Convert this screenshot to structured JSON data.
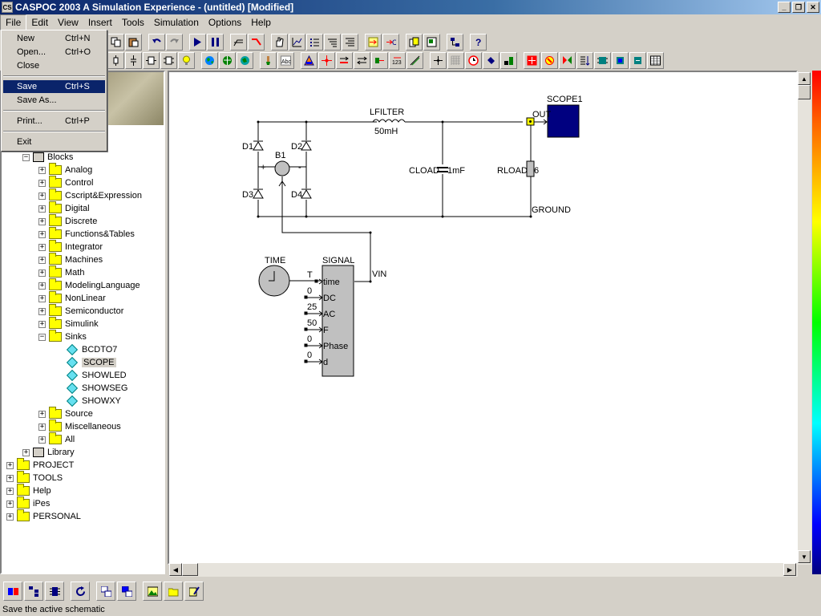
{
  "window": {
    "title": "CASPOC 2003 A Simulation Experience - (untitled) [Modified]",
    "icon_label": "CS"
  },
  "menubar": [
    "File",
    "Edit",
    "View",
    "Insert",
    "Tools",
    "Simulation",
    "Options",
    "Help"
  ],
  "file_menu": {
    "items": [
      {
        "label": "New",
        "shortcut": "Ctrl+N"
      },
      {
        "label": "Open...",
        "shortcut": "Ctrl+O"
      },
      {
        "label": "Close",
        "shortcut": ""
      },
      {
        "label": "Save",
        "shortcut": "Ctrl+S",
        "highlighted": true
      },
      {
        "label": "Save As...",
        "shortcut": ""
      },
      {
        "label": "Print...",
        "shortcut": "Ctrl+P"
      },
      {
        "label": "Exit",
        "shortcut": ""
      }
    ]
  },
  "tree": {
    "blocks_label": "Blocks",
    "block_folders": [
      "Analog",
      "Control",
      "Cscript&Expression",
      "Digital",
      "Discrete",
      "Functions&Tables",
      "Integrator",
      "Machines",
      "Math",
      "ModelingLanguage",
      "NonLinear",
      "Semiconductor",
      "Simulink",
      "Sinks"
    ],
    "sinks_children": [
      "BCDTO7",
      "SCOPE",
      "SHOWLED",
      "SHOWSEG",
      "SHOWXY"
    ],
    "selected": "SCOPE",
    "more_folders": [
      "Source",
      "Miscellaneous",
      "All"
    ],
    "library_label": "Library",
    "root_folders": [
      "PROJECT",
      "TOOLS",
      "Help",
      "iPes",
      "PERSONAL"
    ]
  },
  "schematic": {
    "labels": {
      "lfilter": "LFILTER",
      "lfilter_value": "50mH",
      "scope": "SCOPE1",
      "out": "OUT",
      "d1": "D1",
      "d2": "D2",
      "d3": "D3",
      "d4": "D4",
      "b1": "B1",
      "plus": "+",
      "minus": "-",
      "cload": "CLOAD",
      "cload_value": "1mF",
      "rload": "RLOAD",
      "rload_value": "6",
      "ground": "GROUND",
      "time": "TIME",
      "signal": "SIGNAL",
      "vin": "VIN"
    },
    "signal_block": {
      "inputs": [
        {
          "value": "T",
          "port": "time"
        },
        {
          "value": "0",
          "port": "DC"
        },
        {
          "value": "25",
          "port": "AC"
        },
        {
          "value": "50",
          "port": "F"
        },
        {
          "value": "0",
          "port": "Phase"
        },
        {
          "value": "0",
          "port": "d"
        }
      ]
    }
  },
  "statusbar": {
    "text": "Save the active schematic"
  },
  "colors": {
    "title_active": "#0a246a",
    "menu_highlight": "#0a246a",
    "scope_fill": "#000080",
    "signal_fill": "#c0c0c0"
  }
}
